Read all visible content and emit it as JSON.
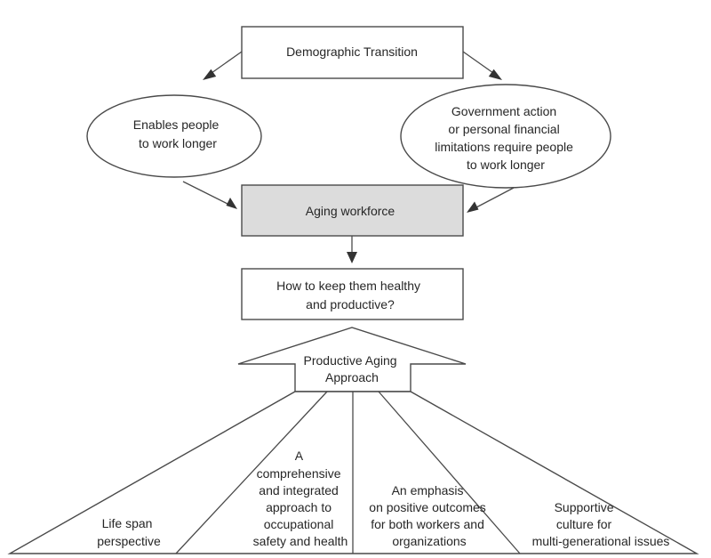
{
  "diagram": {
    "top_box": "Demographic Transition",
    "left_ellipse": [
      "Enables people",
      "to work longer"
    ],
    "right_ellipse": [
      "Government action",
      "or personal financial",
      "limitations require people",
      "to work longer"
    ],
    "aging_box": "Aging workforce",
    "question_box": [
      "How to keep them healthy",
      "and productive?"
    ],
    "arrow_shape": [
      "Productive Aging",
      "Approach"
    ],
    "pillars": {
      "life_span": [
        "Life span",
        "perspective"
      ],
      "comprehensive": [
        "A",
        "comprehensive",
        "and integrated",
        "approach to",
        "occupational",
        "safety and health"
      ],
      "positive": [
        "An emphasis",
        "on positive outcomes",
        "for both workers and",
        "organizations"
      ],
      "supportive": [
        "Supportive",
        "culture for",
        "multi-generational issues"
      ]
    }
  },
  "colors": {
    "shaded_box": "#dcdcdc",
    "stroke": "#4a4a4a",
    "text": "#262626"
  }
}
